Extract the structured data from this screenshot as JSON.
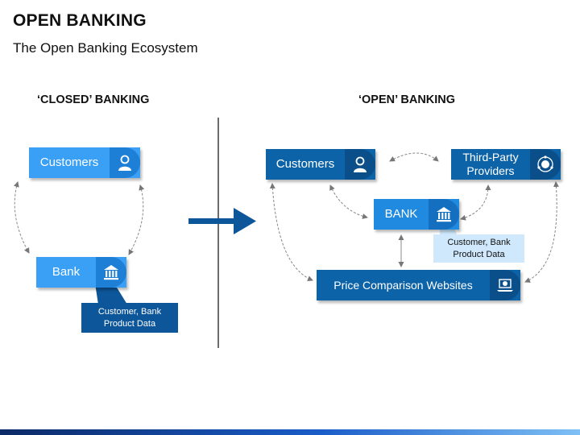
{
  "header": {
    "title": "OPEN BANKING",
    "subtitle": "The Open Banking Ecosystem"
  },
  "closed": {
    "heading": "‘CLOSED’ BANKING",
    "customers_label": "Customers",
    "bank_label": "Bank",
    "callout_line1": "Customer, Bank",
    "callout_line2": "Product Data"
  },
  "open": {
    "heading": "‘OPEN’ BANKING",
    "customers_label": "Customers",
    "third_party_line1": "Third-Party",
    "third_party_line2": "Providers",
    "bank_label": "BANK",
    "callout_line1": "Customer, Bank",
    "callout_line2": "Product Data",
    "price_comparison_label": "Price Comparison Websites"
  },
  "icons": {
    "customer": "person-icon",
    "bank": "bank-building-icon",
    "third_party": "globe-network-icon",
    "price_comparison": "laptop-globe-icon"
  },
  "colors": {
    "light_blue": "#3aa0f5",
    "dark_blue": "#0d63a8",
    "callout_light": "#cfe8fb",
    "arrow": "#0d5699"
  }
}
